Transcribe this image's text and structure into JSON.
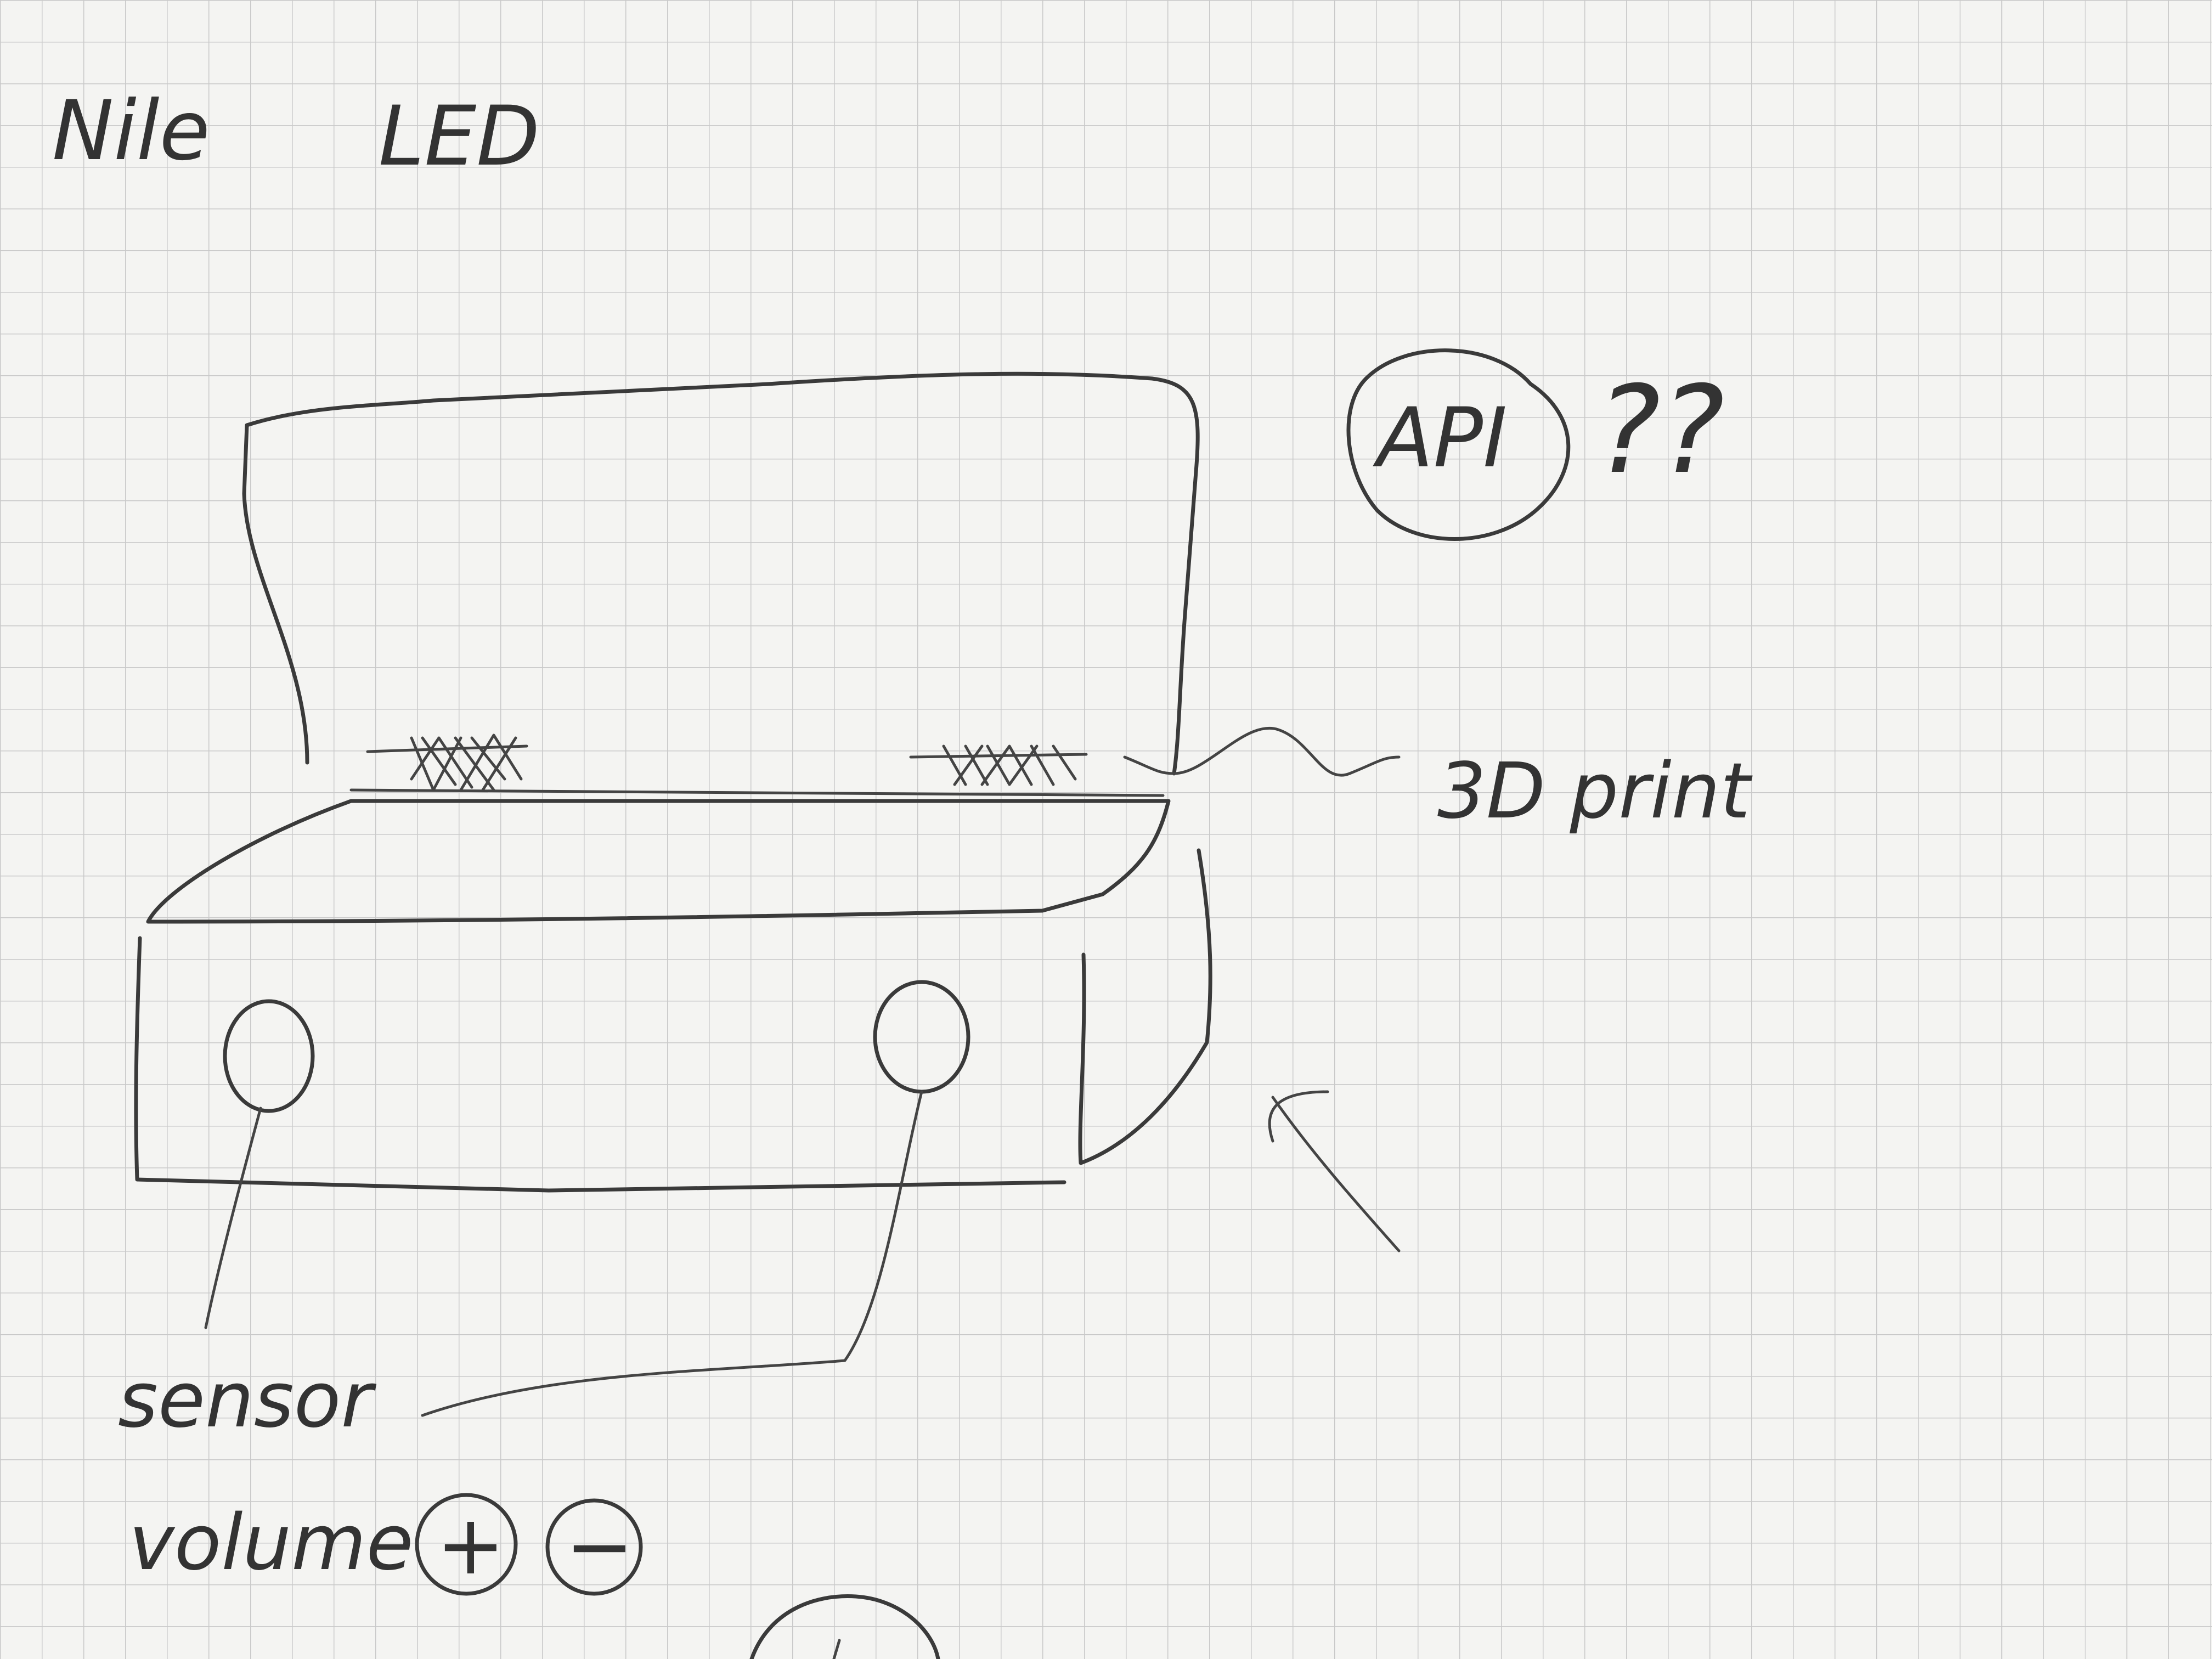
{
  "labels": {
    "nile": "Nile",
    "led": "LED",
    "api": "API",
    "question_marks": "??",
    "print_3d": "3D print",
    "sensor": "sensor",
    "volume": "volume",
    "plus": "+",
    "minus": "−"
  },
  "colors": {
    "paper": "#f4f4f2",
    "grid": "#c9c9c9",
    "ink": "#3a3a3a"
  }
}
